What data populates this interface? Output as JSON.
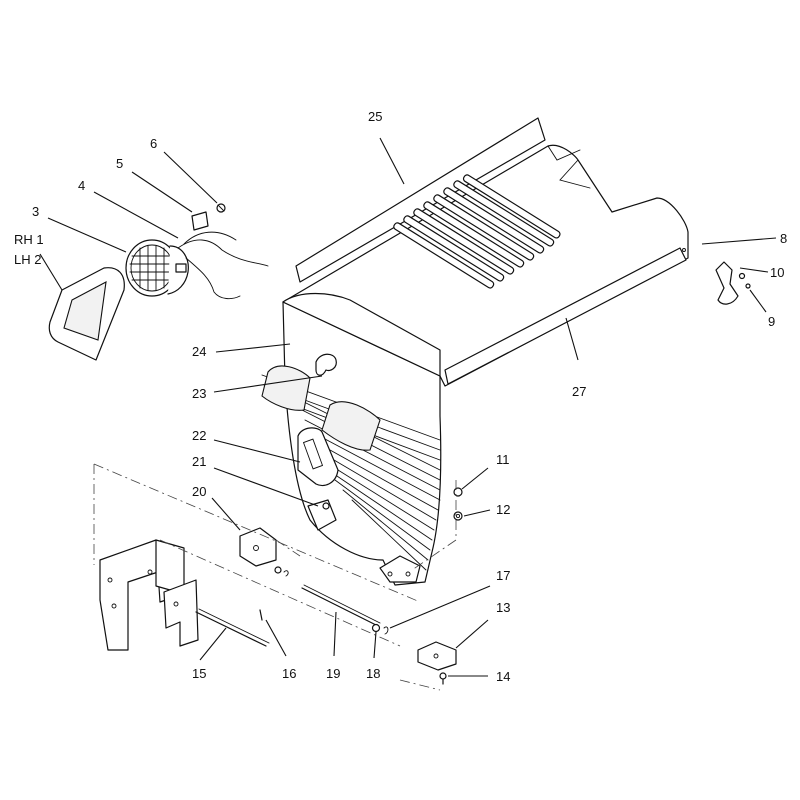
{
  "diagram": {
    "callouts": [
      {
        "id": "c3",
        "text": "3"
      },
      {
        "id": "c4",
        "text": "4"
      },
      {
        "id": "c5",
        "text": "5"
      },
      {
        "id": "c6",
        "text": "6"
      },
      {
        "id": "c8",
        "text": "8"
      },
      {
        "id": "c9",
        "text": "9"
      },
      {
        "id": "c10",
        "text": "10"
      },
      {
        "id": "c11",
        "text": "11"
      },
      {
        "id": "c12",
        "text": "12"
      },
      {
        "id": "c13",
        "text": "13"
      },
      {
        "id": "c14",
        "text": "14"
      },
      {
        "id": "c15",
        "text": "15"
      },
      {
        "id": "c16",
        "text": "16"
      },
      {
        "id": "c17",
        "text": "17"
      },
      {
        "id": "c18",
        "text": "18"
      },
      {
        "id": "c19",
        "text": "19"
      },
      {
        "id": "c20",
        "text": "20"
      },
      {
        "id": "c21",
        "text": "21"
      },
      {
        "id": "c22",
        "text": "22"
      },
      {
        "id": "c23",
        "text": "23"
      },
      {
        "id": "c24",
        "text": "24"
      },
      {
        "id": "c25",
        "text": "25"
      },
      {
        "id": "c27",
        "text": "27"
      }
    ],
    "side_labels": {
      "rh": "RH 1",
      "lh": "LH 2"
    }
  }
}
